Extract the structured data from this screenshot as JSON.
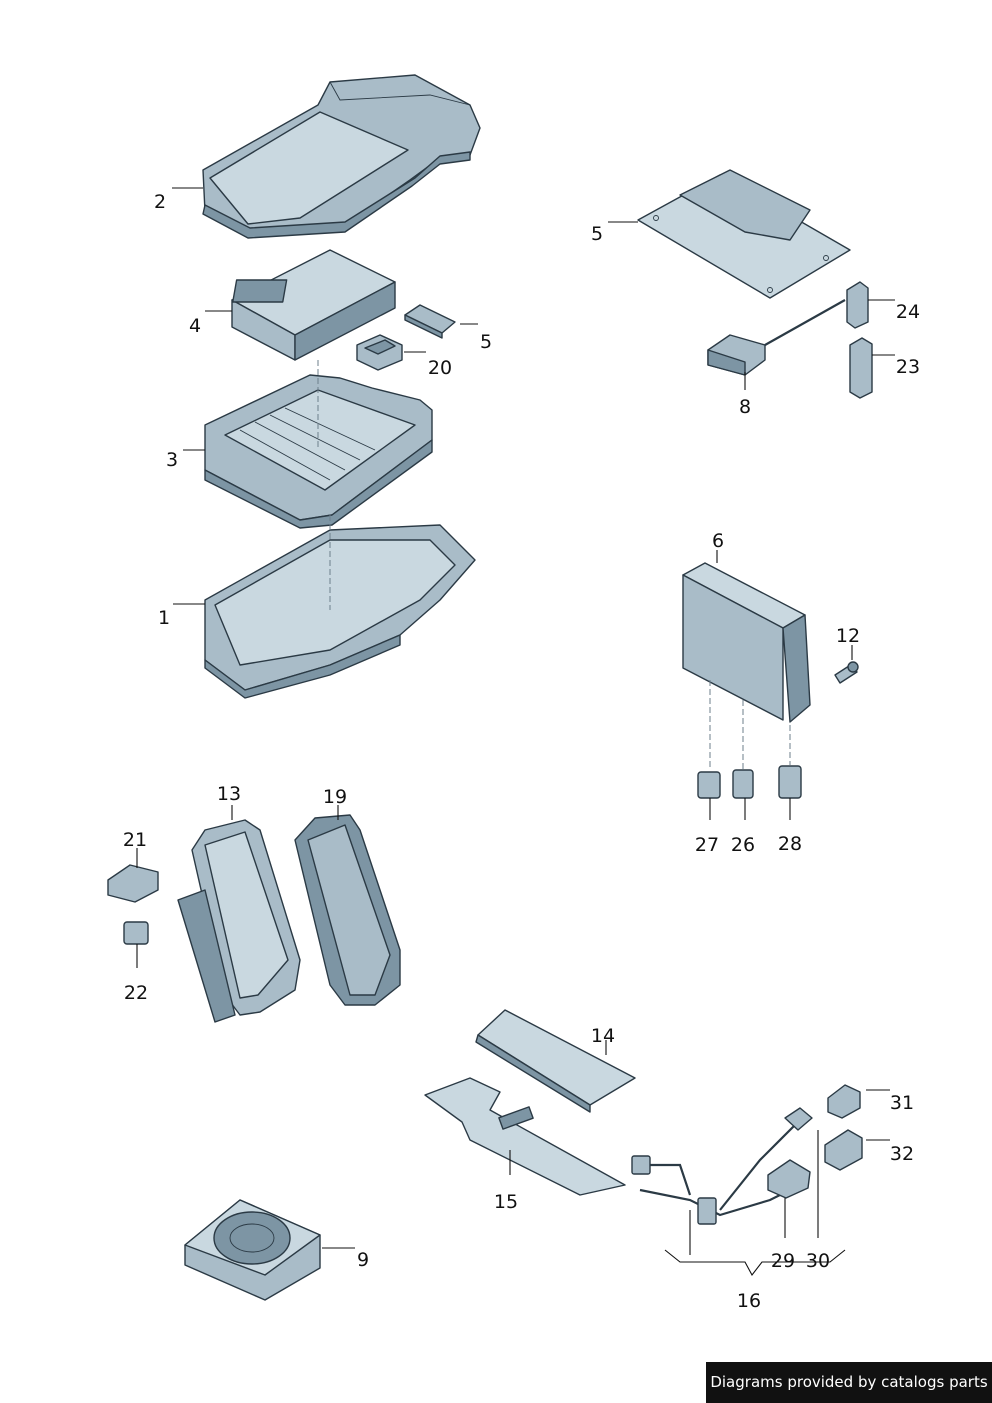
{
  "callouts": {
    "c1": "1",
    "c2": "2",
    "c3": "3",
    "c4": "4",
    "c5a": "5",
    "c5b": "5",
    "c6": "6",
    "c8": "8",
    "c9": "9",
    "c12": "12",
    "c13": "13",
    "c14": "14",
    "c15": "15",
    "c16": "16",
    "c19": "19",
    "c20": "20",
    "c21": "21",
    "c22": "22",
    "c23": "23",
    "c24": "24",
    "c26": "26",
    "c27": "27",
    "c28": "28",
    "c29": "29",
    "c30": "30",
    "c31": "31",
    "c32": "32"
  },
  "footer": {
    "text": "Diagrams provided by catalogs parts"
  }
}
